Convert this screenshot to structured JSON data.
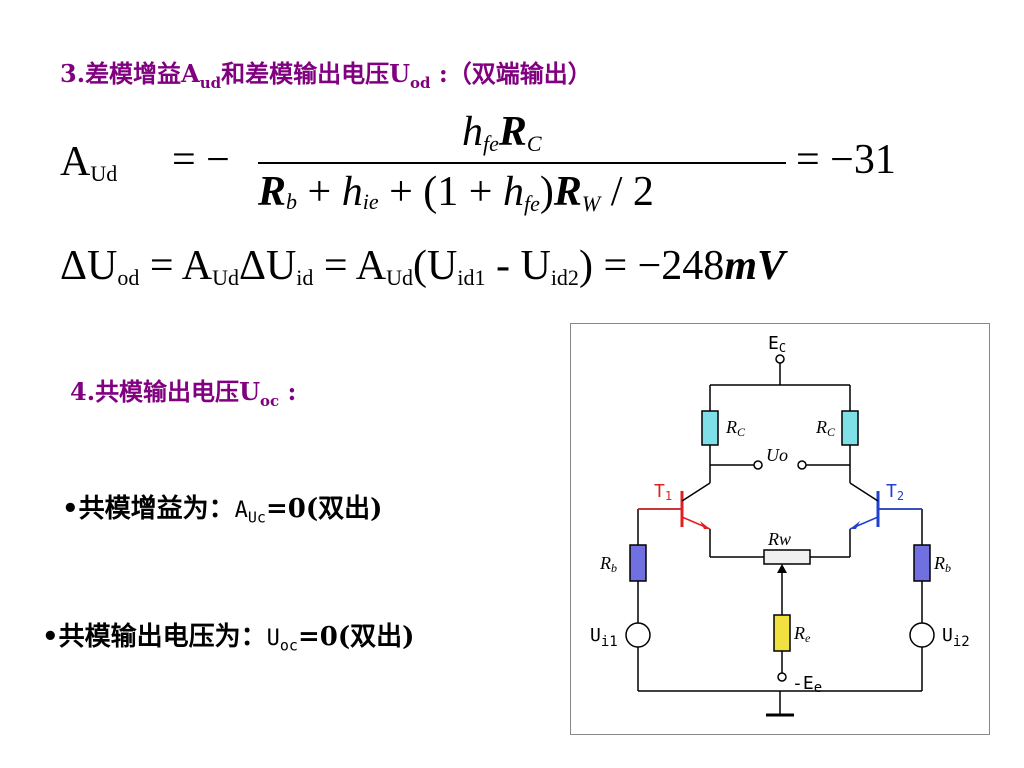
{
  "section3": {
    "number": "3.",
    "t1": "差模增益",
    "a": "A",
    "a_sub": "ud",
    "t2": "和差模输出电压",
    "u": "U",
    "u_sub": "od",
    "t3": " :（双端输出）"
  },
  "formula1": {
    "lhs": "A",
    "lhs_sub": "Ud",
    "eq": "= −",
    "num_h": "h",
    "num_h_sub": "fe",
    "num_r": "R",
    "num_r_sub": "C",
    "den_rb": "R",
    "den_rb_sub": "b",
    "den_plus1": "+",
    "den_h": "h",
    "den_h_sub": "ie",
    "den_plus2": "+ (1 +",
    "den_hfe": "h",
    "den_hfe_sub": "fe",
    "den_paren": ")",
    "den_rw": "R",
    "den_rw_sub": "W",
    "den_div": "/ 2",
    "result": "= −31"
  },
  "formula2": {
    "delta1": "ΔU",
    "delta1_sub": "od",
    "eq1": "=",
    "a1": "A",
    "a1_sub": "Ud",
    "delta2": "ΔU",
    "delta2_sub": "id",
    "eq2": "=",
    "a2": "A",
    "a2_sub": "Ud",
    "open": "(U",
    "u1_sub": "id1",
    "minus": "- U",
    "u2_sub": "id2",
    "close": ")",
    "eq3": "= −248",
    "unit": "mV"
  },
  "section4": {
    "number": "4.",
    "t1": "共模输出电压",
    "u": "U",
    "u_sub": "oc",
    "t2": " :"
  },
  "bullet1": {
    "dot": "•",
    "t1": "共模增益为：",
    "a": "A",
    "a_sub": "Uc",
    "t2": "=0(双出)"
  },
  "bullet2": {
    "dot": "•",
    "t1": "共模输出电压为：",
    "u": "U",
    "u_sub": "oc",
    "t2": "=0(双出)"
  },
  "circuit": {
    "ec": "E",
    "ec_sub": "C",
    "rc": "R",
    "rc_sub": "C",
    "uo": "Uo",
    "t1": "T",
    "t1_sub": "1",
    "t2": "T",
    "t2_sub": "2",
    "rw": "Rw",
    "rb": "R",
    "rb_sub": "b",
    "re": "R",
    "re_sub": "e",
    "ui1": "U",
    "ui1_sub": "i1",
    "ui2": "U",
    "ui2_sub": "i2",
    "ee": "-E",
    "ee_sub": "e",
    "colors": {
      "resistor_rc": "#80e0e8",
      "resistor_rb": "#7070e0",
      "resistor_re": "#f0e040",
      "t1_red": "#e02020",
      "t2_blue": "#2040d0"
    }
  }
}
